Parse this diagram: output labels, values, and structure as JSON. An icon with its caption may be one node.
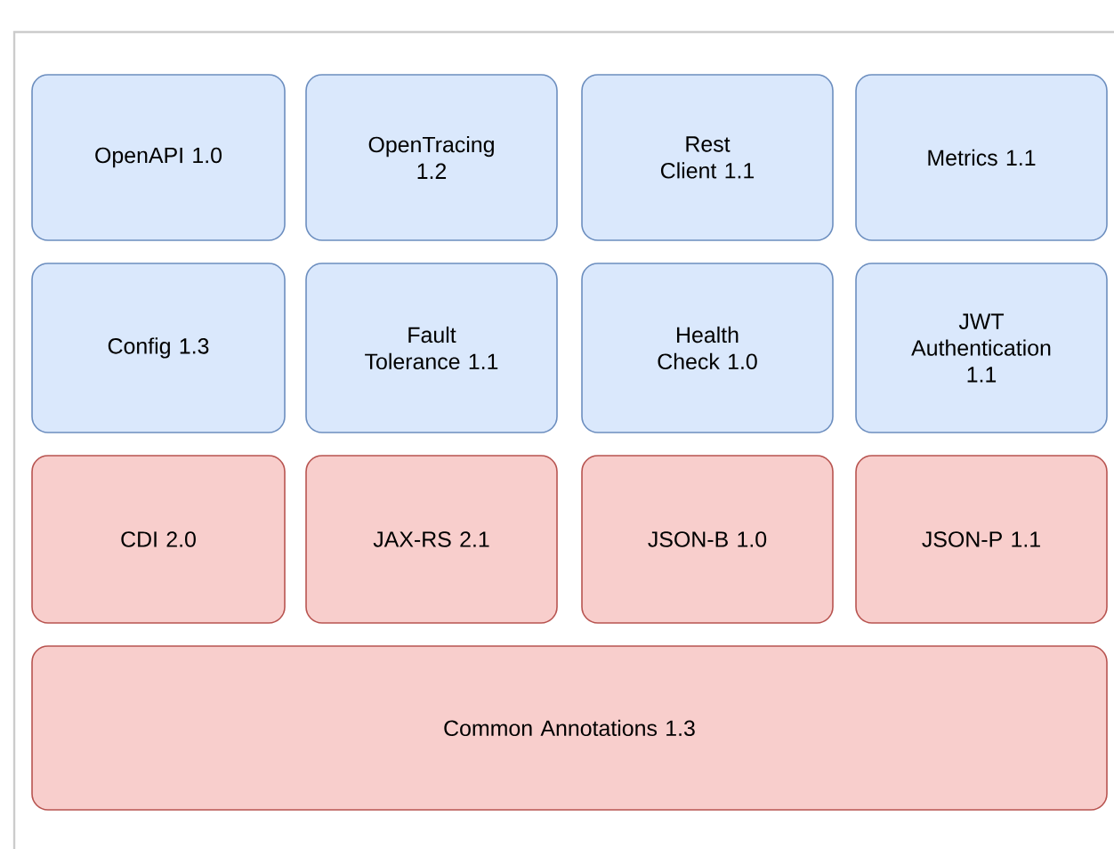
{
  "diagram": {
    "nodes": [
      {
        "text": [
          "OpenAPI 1.0"
        ]
      },
      {
        "text": [
          "OpenTracing 1.2"
        ]
      },
      {
        "text": [
          "Rest Client 1.1"
        ]
      },
      {
        "text": [
          "Metrics 1.1"
        ]
      },
      {
        "text": [
          "Config 1.3"
        ]
      },
      {
        "text": [
          "Fault Tolerance 1.1"
        ]
      },
      {
        "text": [
          "Health Check 1.0"
        ]
      },
      {
        "text": [
          "JWT Authentication 1.1"
        ]
      },
      {
        "text": [
          "CDI 2.0"
        ]
      },
      {
        "text": [
          "JAX-RS 2.1"
        ]
      },
      {
        "text": [
          "JSON-B 1.0"
        ]
      },
      {
        "text": [
          "JSON-P 1.1"
        ]
      },
      {
        "text": [
          "Common Annotations 1.3"
        ]
      }
    ]
  }
}
